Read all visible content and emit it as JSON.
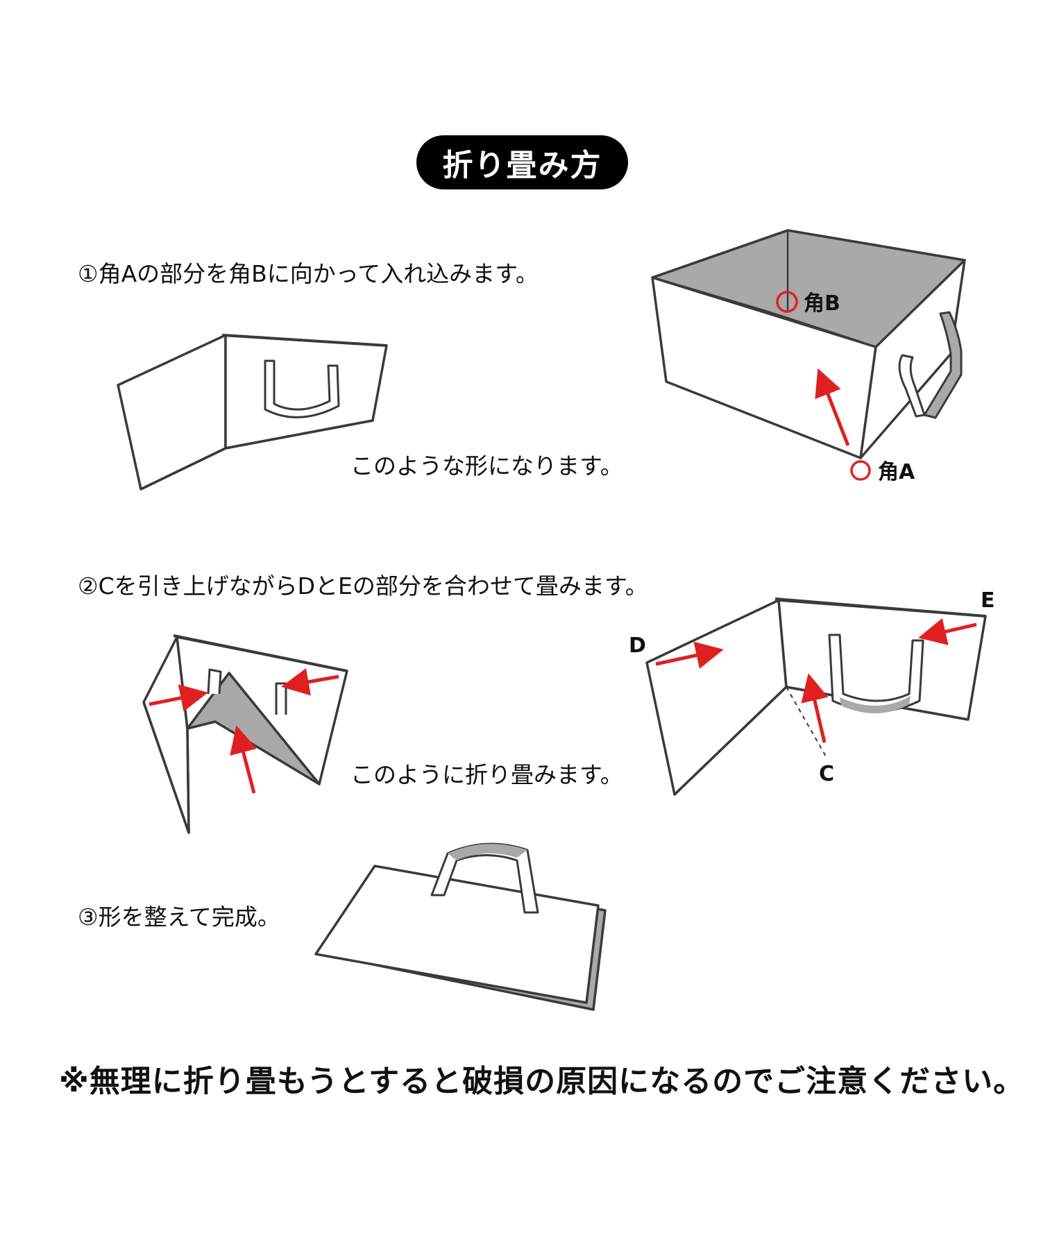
{
  "title": "折り畳み方",
  "steps": [
    {
      "text": "①角Aの部分を角Bに向かって入れ込みます。"
    },
    {
      "text": "②Cを引き上げながらDとEの部分を合わせて畳みます。"
    },
    {
      "text": "③形を整えて完成。"
    }
  ],
  "captions": {
    "step1": "このような形になります。",
    "step2": "このように折り畳みます。"
  },
  "labels": {
    "corner_a": "角A",
    "corner_b": "角B",
    "c": "C",
    "d": "D",
    "e": "E"
  },
  "note": "※無理に折り畳もうとすると破損の原因になるのでご注意ください。",
  "colors": {
    "outline": "#3a3a3a",
    "shade": "#a9a9a9",
    "arrow": "#e02020",
    "pill": "#000000"
  }
}
